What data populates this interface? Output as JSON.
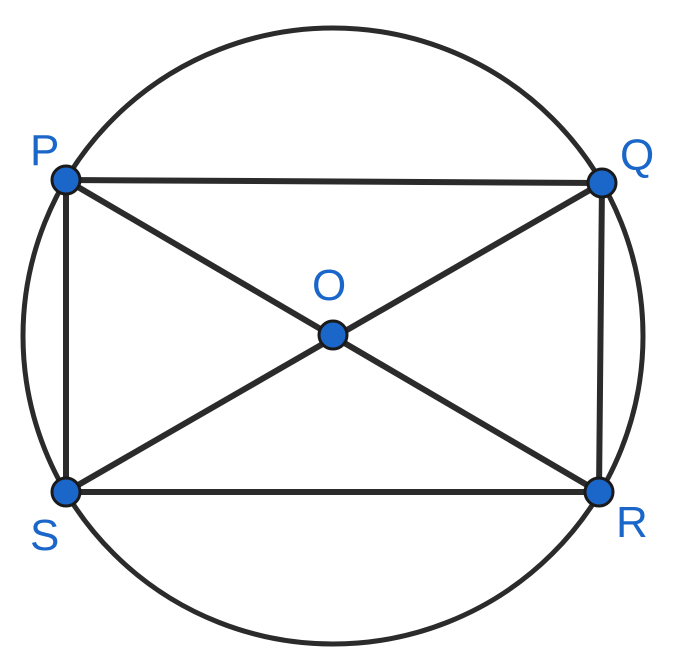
{
  "diagram": {
    "labels": {
      "P": "P",
      "Q": "Q",
      "R": "R",
      "S": "S",
      "O": "O"
    },
    "colors": {
      "point_fill": "#1a66c9",
      "line": "#2b2b2b",
      "label": "#1a66c9"
    }
  }
}
